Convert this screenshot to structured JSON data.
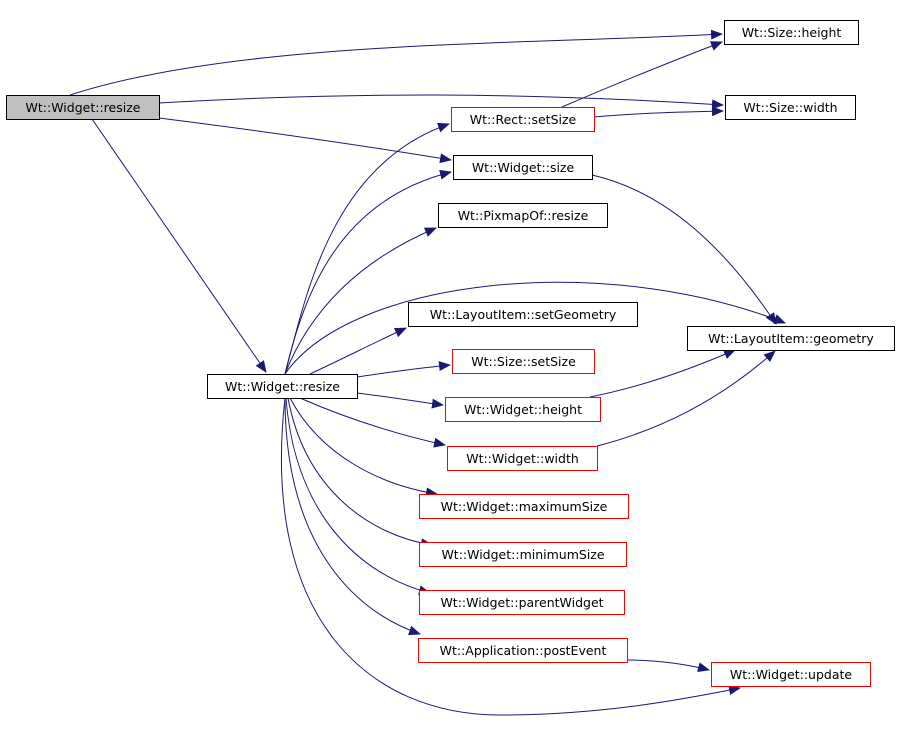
{
  "colors": {
    "edge": "#191970",
    "root_fill": "#bfbfbf",
    "node_fill": "#ffffff",
    "border_black": "#000000",
    "border_red": "#ff0000"
  },
  "nodes": [
    {
      "id": "root",
      "label": "Wt::Widget::resize",
      "style": "root"
    },
    {
      "id": "size_height",
      "label": "Wt::Size::height",
      "style": "black"
    },
    {
      "id": "size_width",
      "label": "Wt::Size::width",
      "style": "black"
    },
    {
      "id": "rect_setsize",
      "label": "Wt::Rect::setSize",
      "style": "red"
    },
    {
      "id": "widget_size",
      "label": "Wt::Widget::size",
      "style": "black"
    },
    {
      "id": "pixmap_resize",
      "label": "Wt::PixmapOf::resize",
      "style": "black"
    },
    {
      "id": "layout_setgeometry",
      "label": "Wt::LayoutItem::setGeometry",
      "style": "black"
    },
    {
      "id": "layout_geometry",
      "label": "Wt::LayoutItem::geometry",
      "style": "black"
    },
    {
      "id": "size_setsize",
      "label": "Wt::Size::setSize",
      "style": "red"
    },
    {
      "id": "widget_resize2",
      "label": "Wt::Widget::resize",
      "style": "black"
    },
    {
      "id": "widget_height",
      "label": "Wt::Widget::height",
      "style": "red"
    },
    {
      "id": "widget_width",
      "label": "Wt::Widget::width",
      "style": "red"
    },
    {
      "id": "widget_maxsize",
      "label": "Wt::Widget::maximumSize",
      "style": "red"
    },
    {
      "id": "widget_minsize",
      "label": "Wt::Widget::minimumSize",
      "style": "red"
    },
    {
      "id": "widget_parent",
      "label": "Wt::Widget::parentWidget",
      "style": "red"
    },
    {
      "id": "app_postevent",
      "label": "Wt::Application::postEvent",
      "style": "red"
    },
    {
      "id": "widget_update",
      "label": "Wt::Widget::update",
      "style": "red"
    }
  ],
  "edges": [
    [
      "root",
      "size_height"
    ],
    [
      "root",
      "size_width"
    ],
    [
      "root",
      "widget_size"
    ],
    [
      "root",
      "widget_resize2"
    ],
    [
      "rect_setsize",
      "size_height"
    ],
    [
      "rect_setsize",
      "size_width"
    ],
    [
      "widget_size",
      "layout_geometry"
    ],
    [
      "widget_resize2",
      "rect_setsize"
    ],
    [
      "widget_resize2",
      "widget_size"
    ],
    [
      "widget_resize2",
      "pixmap_resize"
    ],
    [
      "widget_resize2",
      "layout_geometry"
    ],
    [
      "widget_resize2",
      "layout_setgeometry"
    ],
    [
      "widget_resize2",
      "size_setsize"
    ],
    [
      "widget_resize2",
      "widget_height"
    ],
    [
      "widget_resize2",
      "widget_width"
    ],
    [
      "widget_resize2",
      "widget_maxsize"
    ],
    [
      "widget_resize2",
      "widget_minsize"
    ],
    [
      "widget_resize2",
      "widget_parent"
    ],
    [
      "widget_resize2",
      "app_postevent"
    ],
    [
      "widget_resize2",
      "widget_update"
    ],
    [
      "widget_height",
      "layout_geometry"
    ],
    [
      "widget_width",
      "layout_geometry"
    ],
    [
      "app_postevent",
      "widget_update"
    ]
  ]
}
